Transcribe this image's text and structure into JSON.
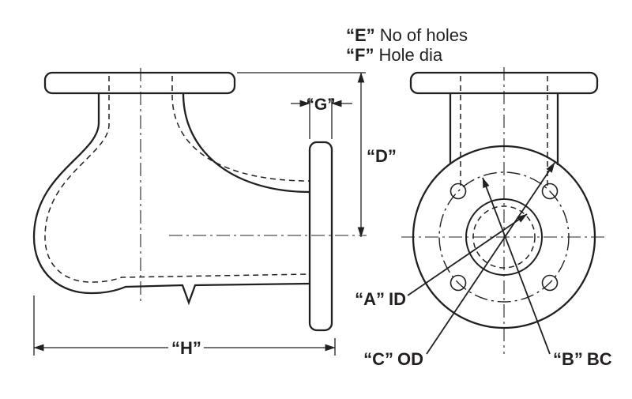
{
  "colors": {
    "background": "#ffffff",
    "line": "#231f20"
  },
  "annotations": {
    "holes_count": {
      "letter": "“E”",
      "text": "No of holes"
    },
    "hole_diameter": {
      "letter": "“F”",
      "text": "Hole dia"
    },
    "dim_g": {
      "letter": "“G”"
    },
    "dim_d": {
      "letter": "“D”"
    },
    "dim_h": {
      "letter": "“H”"
    },
    "inner_diameter": {
      "letter": "“A”",
      "text": "ID"
    },
    "outer_diameter": {
      "letter": "“C”",
      "text": "OD"
    },
    "bolt_circle": {
      "letter": "“B”",
      "text": "BC"
    }
  }
}
